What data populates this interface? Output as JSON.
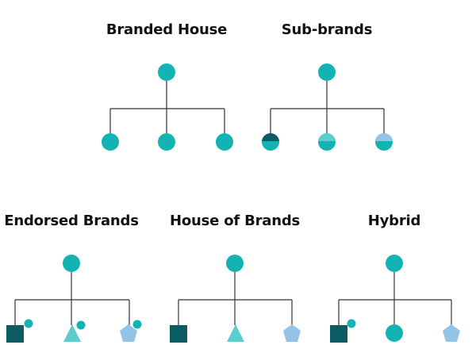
{
  "colors": {
    "teal": "#14b3b3",
    "dark_teal": "#0d5c63",
    "light_teal": "#5ccdcf",
    "light_blue": "#93c3e6",
    "line": "#333333"
  },
  "diagrams": [
    {
      "title": "Branded House",
      "parent": "teal-circle",
      "children": [
        "teal-circle",
        "teal-circle",
        "teal-circle"
      ]
    },
    {
      "title": "Sub-brands",
      "parent": "teal-circle",
      "children": [
        "split-circle-dark-teal",
        "split-circle-light-teal",
        "split-circle-light-blue"
      ]
    },
    {
      "title": "Endorsed Brands",
      "parent": "teal-circle",
      "children": [
        "dark-teal-square-with-dot",
        "light-teal-triangle-with-dot",
        "light-blue-pentagon-with-dot"
      ]
    },
    {
      "title": "House of Brands",
      "parent": "teal-circle",
      "children": [
        "dark-teal-square",
        "light-teal-triangle",
        "light-blue-pentagon"
      ]
    },
    {
      "title": "Hybrid",
      "parent": "teal-circle",
      "children": [
        "dark-teal-square-with-dot",
        "teal-circle",
        "light-blue-pentagon"
      ]
    }
  ]
}
